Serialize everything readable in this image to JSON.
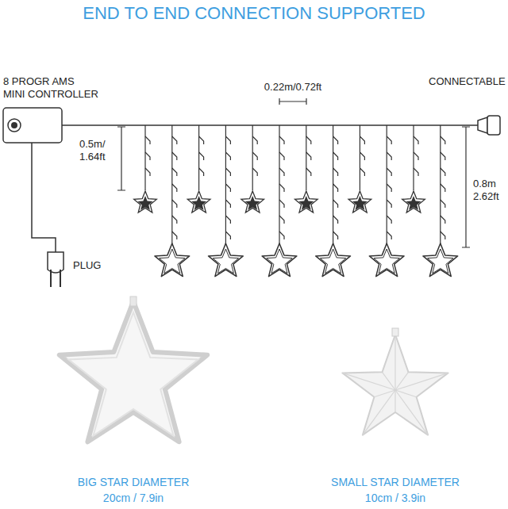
{
  "diagram": {
    "title": "END TO END CONNECTION SUPPORTED",
    "labels": [
      "8 PROGR AMS",
      "MINI CONTROLLER",
      "0.22m/0.72ft",
      "CONNECTABLE",
      "0.5m/",
      "1.64ft",
      "0.8m",
      "2.62ft",
      "PLUG",
      "BIG STAR DIAMETER",
      "20cm / 7.9in",
      "SMALL STAR DIAMETER",
      "10cm / 3.9in"
    ]
  }
}
